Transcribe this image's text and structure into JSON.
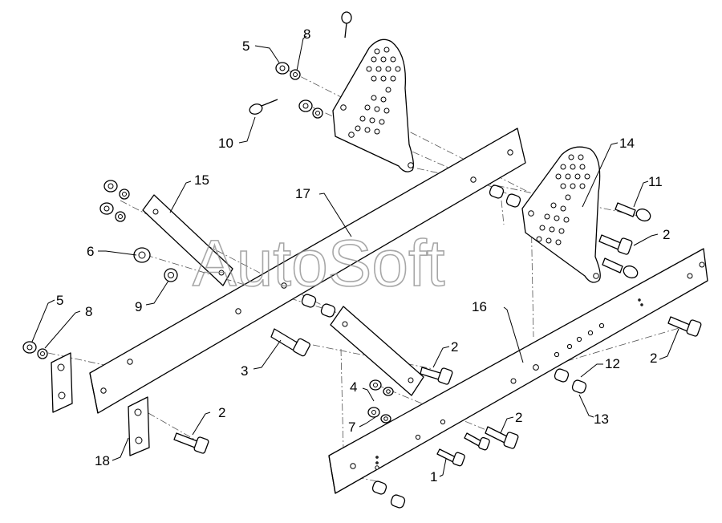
{
  "watermark": "AutoSoft",
  "callouts": [
    {
      "id": "c5a",
      "text": "5"
    },
    {
      "id": "c8a",
      "text": "8"
    },
    {
      "id": "c10",
      "text": "10"
    },
    {
      "id": "c15",
      "text": "15"
    },
    {
      "id": "c17",
      "text": "17"
    },
    {
      "id": "c14",
      "text": "14"
    },
    {
      "id": "c11",
      "text": "11"
    },
    {
      "id": "c2a",
      "text": "2"
    },
    {
      "id": "c6",
      "text": "6"
    },
    {
      "id": "c9",
      "text": "9"
    },
    {
      "id": "c5b",
      "text": "5"
    },
    {
      "id": "c8b",
      "text": "8"
    },
    {
      "id": "c16",
      "text": "16"
    },
    {
      "id": "c3",
      "text": "3"
    },
    {
      "id": "c2b",
      "text": "2"
    },
    {
      "id": "c2c",
      "text": "2"
    },
    {
      "id": "c12",
      "text": "12"
    },
    {
      "id": "c4",
      "text": "4"
    },
    {
      "id": "c7",
      "text": "7"
    },
    {
      "id": "c2d",
      "text": "2"
    },
    {
      "id": "c2e",
      "text": "2"
    },
    {
      "id": "c13",
      "text": "13"
    },
    {
      "id": "c18",
      "text": "18"
    },
    {
      "id": "c1",
      "text": "1"
    }
  ]
}
